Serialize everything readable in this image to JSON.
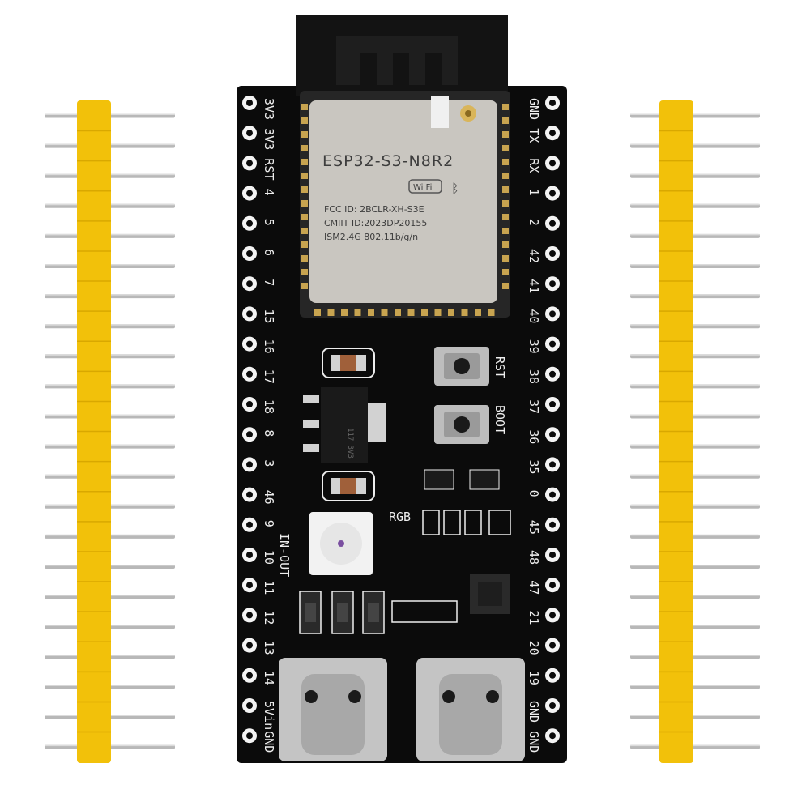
{
  "colors": {
    "background": "#ffffff",
    "pcb": "#0b0b0b",
    "silkscreen": "#eeeeee",
    "header_plastic": "#f2c10a",
    "pin_metal": "#b8b8b8",
    "shield": "#c9c6c0"
  },
  "module": {
    "model": "ESP32-S3-N8R2",
    "wifi_badge": "Wi Fi",
    "fcc_line": "FCC ID: 2BCLR-XH-S3E",
    "cmiit_line": "CMIIT ID:2023DP20155",
    "ism_line": "ISM2.4G    802.11b/g/n"
  },
  "left_labels": [
    "3V3",
    "3V3",
    "RST",
    "4",
    "5",
    "6",
    "7",
    "15",
    "16",
    "17",
    "18",
    "8",
    "3",
    "46",
    "9",
    "10",
    "11",
    "12",
    "13",
    "14",
    "5Vin",
    "GND"
  ],
  "right_labels": [
    "GND",
    "TX",
    "RX",
    "1",
    "2",
    "42",
    "41",
    "40",
    "39",
    "38",
    "37",
    "36",
    "35",
    "0",
    "45",
    "48",
    "47",
    "21",
    "20",
    "19",
    "GND",
    "GND"
  ],
  "button_labels": {
    "rst": "RST",
    "boot": "BOOT"
  },
  "led_label": "RGB",
  "in_out_label": "IN-OUT",
  "regulator_text": "117 3V3",
  "header_pin_count": 22
}
